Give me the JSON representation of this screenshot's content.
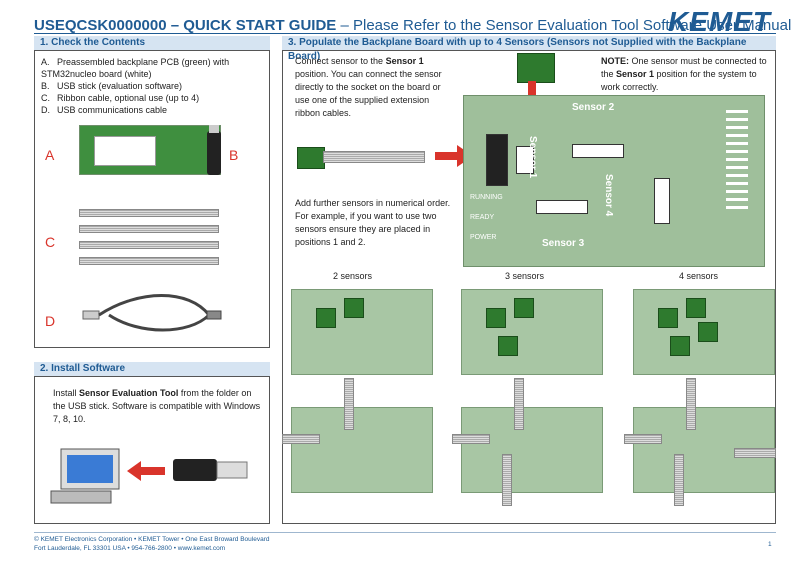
{
  "header": {
    "title_bold": "USEQCSK0000000 – QUICK START GUIDE",
    "title_rest": " – Please Refer to the Sensor Evaluation Tool Software User Manual",
    "logo": "KEMET"
  },
  "section1": {
    "title": "1. Check the Contents",
    "items": [
      {
        "key": "A.",
        "text": "Preassembled backplane PCB (green) with STM32nucleo board (white)"
      },
      {
        "key": "B.",
        "text": "USB stick (evaluation software)"
      },
      {
        "key": "C.",
        "text": "Ribbon cable, optional use (up to 4)"
      },
      {
        "key": "D.",
        "text": "USB communications cable"
      }
    ],
    "labels": {
      "a": "A",
      "b": "B",
      "c": "C",
      "d": "D"
    }
  },
  "section2": {
    "title": "2. Install Software",
    "text_pre": "Install ",
    "text_bold": "Sensor Evaluation Tool",
    "text_post": " from the folder on the USB stick. Software is compatible with Windows 7, 8, 10."
  },
  "section3": {
    "title": "3. Populate the Backplane Board with up to 4 Sensors (Sensors not Supplied with the Backplane Board)",
    "connect_pre": "Connect sensor to the ",
    "connect_bold": "Sensor 1",
    "connect_post": " position. You can connect the sensor directly to the socket on the board or use one of the supplied extension ribbon cables.",
    "note_label": "NOTE:",
    "note_pre": " One sensor must be connected to the ",
    "note_bold": "Sensor 1",
    "note_post": " position for the system to work correctly.",
    "add_text": "Add further sensors in numerical order. For example, if you want to use two sensors ensure they are placed in positions 1 and 2.",
    "board_labels": {
      "s1": "Sensor 1",
      "s2": "Sensor 2",
      "s3": "Sensor 3",
      "s4": "Sensor 4",
      "running": "RUNNING",
      "ready": "READY",
      "power": "POWER"
    },
    "columns": [
      "2 sensors",
      "3 sensors",
      "4 sensors"
    ]
  },
  "footer": {
    "line1": "© KEMET Electronics Corporation • KEMET Tower • One East Broward Boulevard",
    "line2": "Fort Lauderdale, FL 33301 USA • 954-766-2800 • www.kemet.com",
    "page": "1"
  },
  "colors": {
    "brand": "#1f5b93",
    "accent": "#d9342b",
    "header_bg": "#d6e4f2"
  }
}
